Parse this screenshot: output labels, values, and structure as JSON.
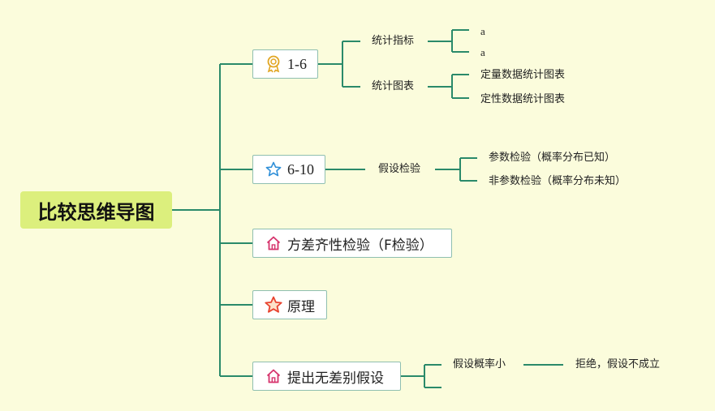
{
  "root": {
    "title": "比较思维导图"
  },
  "branches": [
    {
      "label": "1-6",
      "icon": "award-icon",
      "children": [
        {
          "label": "统计指标",
          "children": [
            "a",
            "a"
          ]
        },
        {
          "label": "统计图表",
          "children": [
            "定量数据统计图表",
            "定性数据统计图表"
          ]
        }
      ]
    },
    {
      "label": "6-10",
      "icon": "star-outline-icon",
      "children": [
        {
          "label": "假设检验",
          "children": [
            "参数检验（概率分布已知）",
            "非参数检验（概率分布未知）"
          ]
        }
      ]
    },
    {
      "label": "方差齐性检验（F检验）",
      "icon": "home-icon",
      "children": []
    },
    {
      "label": "原理",
      "icon": "star-icon",
      "children": []
    },
    {
      "label": "提出无差别假设",
      "icon": "home-icon",
      "children": [
        {
          "label": "假设概率小",
          "children": [
            "拒绝，假设不成立"
          ]
        },
        {
          "label": "",
          "children": []
        }
      ]
    }
  ],
  "colors": {
    "background": "#fbfcdc",
    "root_fill": "#dcef7d",
    "connector": "#2a8a6a"
  }
}
